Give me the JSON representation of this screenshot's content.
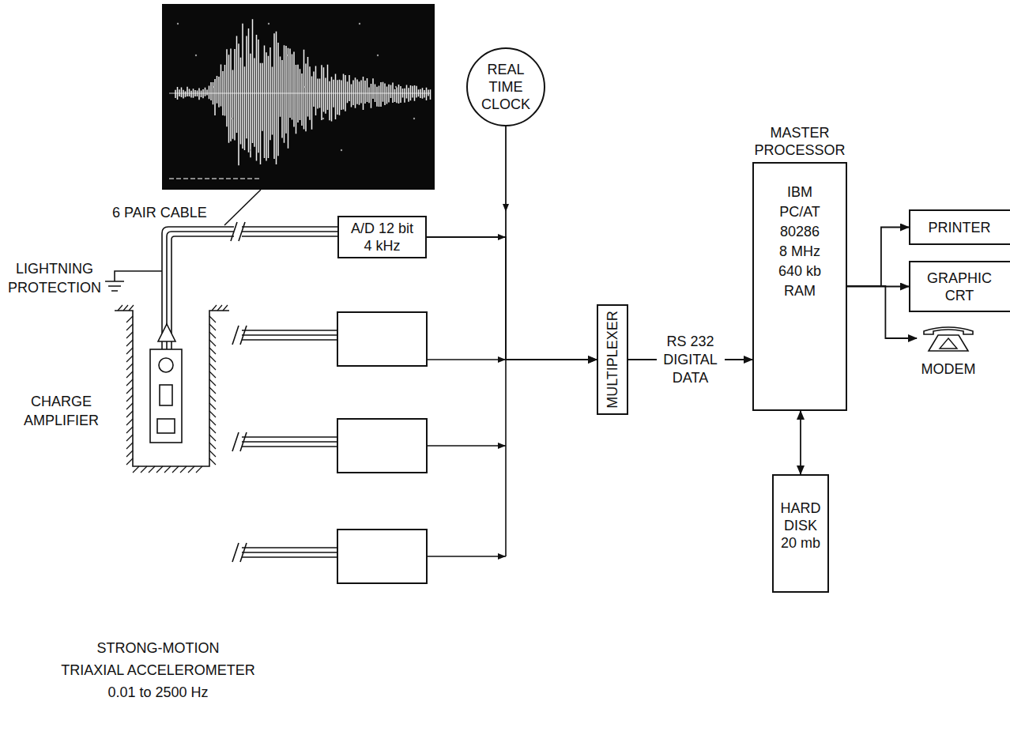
{
  "diagram": {
    "nodes": [
      {
        "text": [
          "REAL TIME CLOCK"
        ]
      },
      {
        "text": [
          "A/D 12 bit 4 kHz"
        ]
      },
      {
        "text": [
          "MULTIPLEXER"
        ]
      },
      {
        "text": [
          "MASTER PROCESSOR",
          "IBM PC/AT 80286 8 MHz 640 kb RAM"
        ]
      },
      {
        "text": [
          "PRINTER"
        ]
      },
      {
        "text": [
          "GRAPHIC CRT"
        ]
      },
      {
        "text": [
          "MODEM"
        ]
      },
      {
        "text": [
          "HARD DISK 20 mb"
        ]
      }
    ],
    "edges": [
      {
        "from": 1,
        "to": 2,
        "arrow": "to"
      },
      {
        "from": 0,
        "to": 2,
        "arrow": "to"
      },
      {
        "from": 2,
        "to": 3,
        "label": "RS 232 DIGITAL DATA",
        "arrow": "to"
      },
      {
        "from": 3,
        "to": 4,
        "arrow": "to"
      },
      {
        "from": 3,
        "to": 5,
        "arrow": "to"
      },
      {
        "from": 3,
        "to": 6,
        "arrow": "to"
      },
      {
        "from": 3,
        "to": 7,
        "arrow": "both"
      }
    ],
    "labels": [
      "6 PAIR CABLE",
      "LIGHTNING PROTECTION",
      "CHARGE AMPLIFIER",
      "STRONG-MOTION",
      "TRIAXIAL ACCELEROMETER",
      "0.01 to 2500 Hz"
    ]
  }
}
